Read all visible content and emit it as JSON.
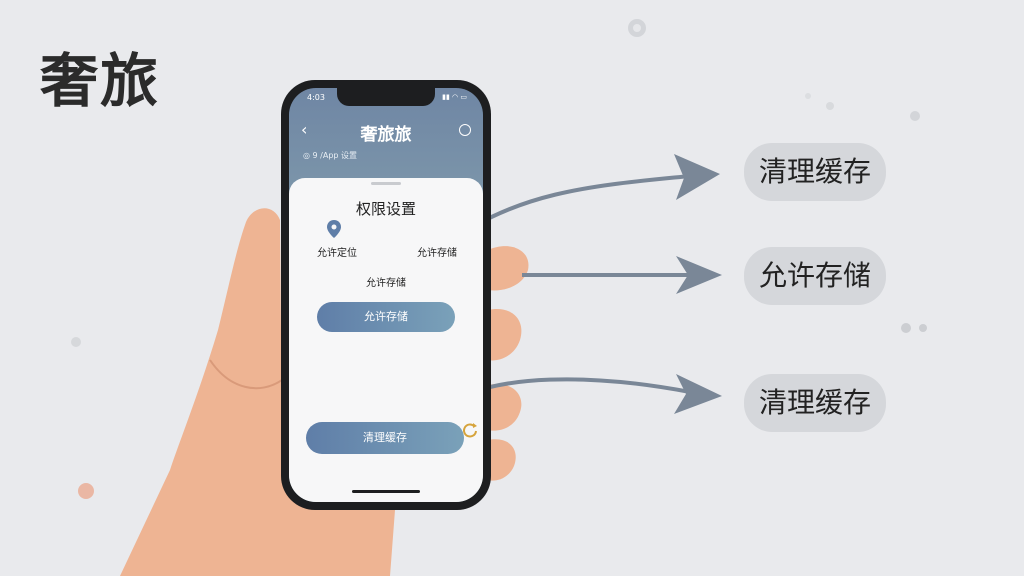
{
  "page": {
    "title": "奢旅"
  },
  "phone": {
    "status_time": "4:03",
    "status_icons": "▮▮ ◠ ▭",
    "app_title": "奢旅旅",
    "breadcrumb": "◎ 9 /App 设置",
    "sheet_title": "权限设置",
    "perm_location": "允许定位",
    "perm_storage": "允许存储",
    "perm_storage_2": "允许存储",
    "allow_storage_button": "允许存储",
    "clear_cache_button": "清理缓存"
  },
  "callouts": [
    "清理缓存",
    "允许存储",
    "清理缓存"
  ],
  "colors": {
    "accent": "#6f8aa8",
    "arrow": "#7a8797",
    "background": "#e9eaed",
    "skin": "#eeb493"
  }
}
